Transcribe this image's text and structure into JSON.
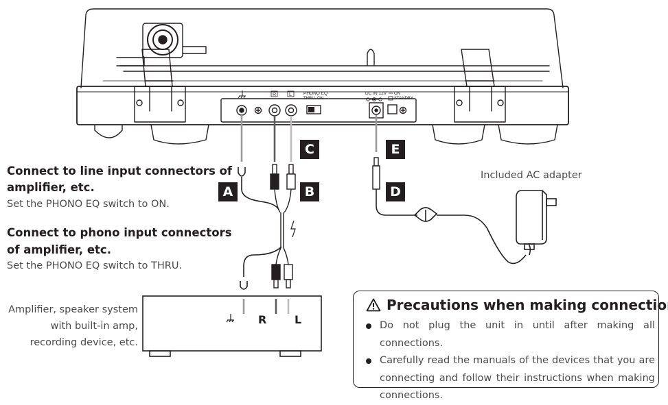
{
  "labels": {
    "a": "A",
    "b": "B",
    "c": "C",
    "d": "D",
    "e": "E"
  },
  "instructions": {
    "line_heading_1": "Connect to line input connectors of",
    "line_heading_2": "amplifier, etc.",
    "line_note": "Set the PHONO EQ switch to ON.",
    "phono_heading_1": "Connect to phono input connectors",
    "phono_heading_2": "of amplifier, etc.",
    "phono_note": "Set the PHONO EQ switch to THRU."
  },
  "adapter_label": "Included AC adapter",
  "amplifier": {
    "desc_1": "Amplifier, speaker system",
    "desc_2": "with built-in amp,",
    "desc_3": "recording device, etc.",
    "r_label": "R",
    "l_label": "L"
  },
  "rear_panel": {
    "r_mark": "R",
    "l_mark": "L",
    "phono_eq": "PHONO EQ",
    "thru": "THRU",
    "on": "ON",
    "dc_in": "DC IN 12V",
    "power_on": "ON",
    "power_standby": "STANDBY"
  },
  "precautions": {
    "title": "Precautions when making connections",
    "items": [
      "Do not plug the unit in until after making all connections.",
      "Carefully read the manuals of the devices that you are connecting and follow their instructions when making connections."
    ]
  },
  "icons": {
    "ground": "ground-icon",
    "warning": "warning-triangle-icon",
    "bullet": "bullet-icon"
  }
}
